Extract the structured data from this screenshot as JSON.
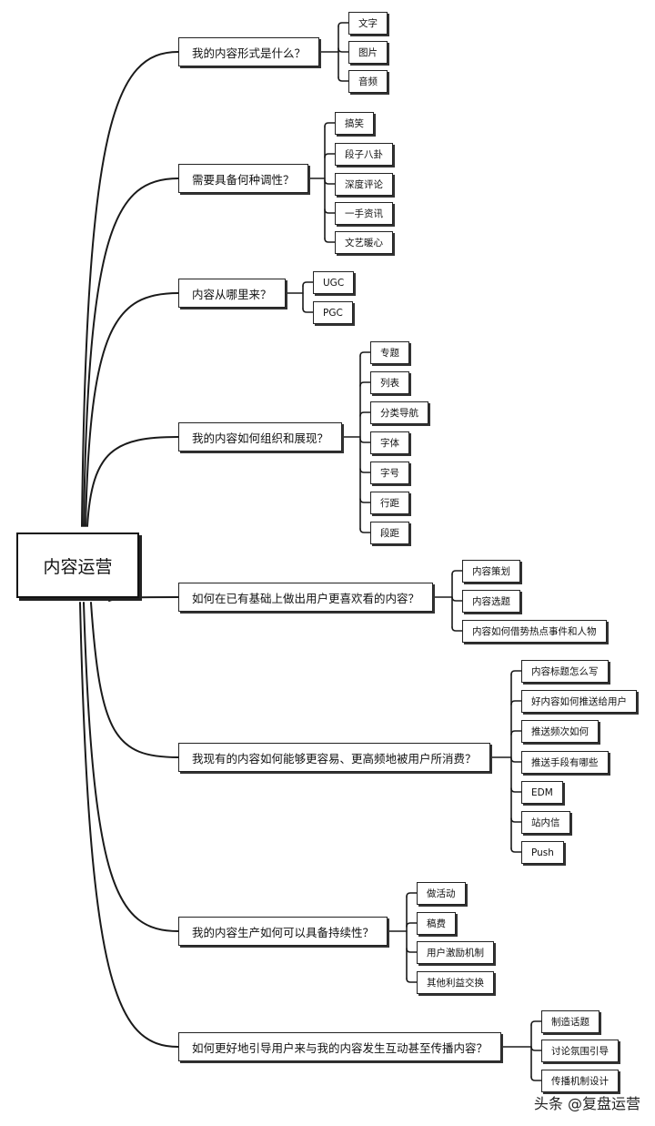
{
  "root": "内容运营",
  "questions": [
    {
      "label": "我的内容形式是什么？",
      "children": [
        "文字",
        "图片",
        "音频"
      ]
    },
    {
      "label": "需要具备何种调性？",
      "children": [
        "搞笑",
        "段子八卦",
        "深度评论",
        "一手资讯",
        "文艺暖心"
      ]
    },
    {
      "label": "内容从哪里来？",
      "children": [
        "UGC",
        "PGC"
      ]
    },
    {
      "label": "我的内容如何组织和展现？",
      "children": [
        "专题",
        "列表",
        "分类导航",
        "字体",
        "字号",
        "行距",
        "段距"
      ]
    },
    {
      "label": "如何在已有基础上做出用户更喜欢看的内容？",
      "children": [
        "内容策划",
        "内容选题",
        "内容如何借势热点事件和人物"
      ]
    },
    {
      "label": "我现有的内容如何能够更容易、更高频地被用户所消费？",
      "children": [
        "内容标题怎么写",
        "好内容如何推送给用户",
        "推送频次如何",
        "推送手段有哪些",
        "EDM",
        "站内信",
        "Push"
      ]
    },
    {
      "label": "我的内容生产如何可以具备持续性？",
      "children": [
        "做活动",
        "稿费",
        "用户激励机制",
        "其他利益交换"
      ]
    },
    {
      "label": "如何更好地引导用户来与我的内容发生互动甚至传播内容？",
      "children": [
        "制造话题",
        "讨论氛围引导",
        "传播机制设计"
      ]
    }
  ],
  "watermark": "头条 @复盘运营"
}
